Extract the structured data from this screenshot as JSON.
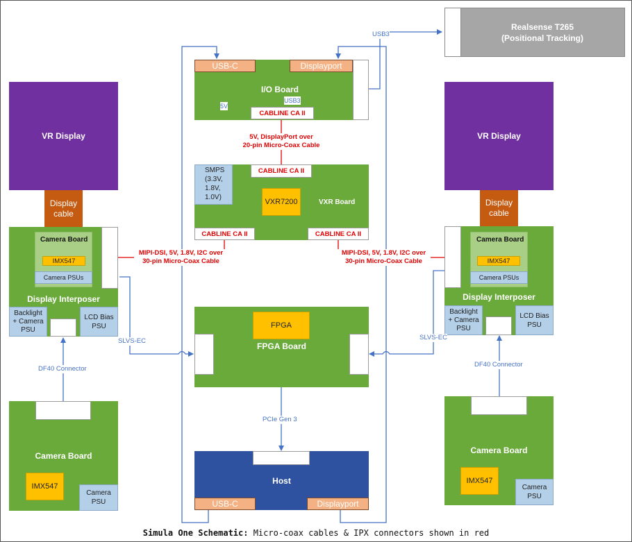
{
  "realsense": {
    "line1": "Realsense T265",
    "line2": "(Positional Tracking)"
  },
  "usb3": "USB3",
  "io_board": {
    "title": "I/O Board",
    "usbc": "USB-C",
    "displayport": "Displayport",
    "v5": "5V",
    "usb3_inner": "USB3",
    "cableline": "CABLINE CA II"
  },
  "io_vxr_cable": {
    "line1": "5V, DisplayPort over",
    "line2": "20-pin Micro-Coax Cable"
  },
  "vxr_board": {
    "title": "VXR Board",
    "cableline_top": "CABLINE CA II",
    "smps": "SMPS\n(3.3V,\n1.8V,\n1.0V)",
    "chip": "VXR7200",
    "cableline_left": "CABLINE CA II",
    "cableline_right": "CABLINE CA II"
  },
  "mipi_note": {
    "line1": "MIPI-DSI, 5V, 1.8V, I2C over",
    "line2": "30-pin Micro-Coax Cable"
  },
  "left": {
    "vr_display": "VR Display",
    "display_cable": "Display\ncable",
    "camera_board_inner": "Camera Board",
    "imx": "IMX547",
    "camera_psus": "Camera PSUs",
    "display_interposer": "Display Interposer",
    "backlight": "Backlight\n+ Camera\nPSU",
    "lcd_bias": "LCD Bias\nPSU",
    "slvs": "SLVS-EC",
    "df40": "DF40 Connector",
    "camera_board": "Camera Board",
    "imx_bottom": "IMX547",
    "camera_psu": "Camera\nPSU"
  },
  "right": {
    "vr_display": "VR Display",
    "display_cable": "Display\ncable",
    "camera_board_inner": "Camera Board",
    "imx": "IMX547",
    "camera_psus": "Camera PSUs",
    "display_interposer": "Display Interposer",
    "backlight": "Backlight\n+ Camera\nPSU",
    "lcd_bias": "LCD Bias\nPSU",
    "slvs": "SLVS-EC",
    "df40": "DF40 Connector",
    "camera_board": "Camera Board",
    "imx_bottom": "IMX547",
    "camera_psu": "Camera\nPSU"
  },
  "fpga_board": {
    "title": "FPGA Board",
    "chip": "FPGA"
  },
  "pcie": "PCIe Gen 3",
  "host": {
    "title": "Host",
    "usbc": "USB-C",
    "displayport": "Displayport"
  },
  "caption": {
    "bold": "Simula One Schematic:",
    "rest": " Micro-coax cables & IPX connectors shown in red"
  },
  "colors": {
    "pcb_green": "#6aaa3a",
    "display_purple": "#7030a0",
    "cable_brown": "#c55a11",
    "host_blue": "#2f52a0",
    "chip_yellow": "#ffc000",
    "wire_blue": "#4472c4",
    "coax_red": "#e00000"
  }
}
